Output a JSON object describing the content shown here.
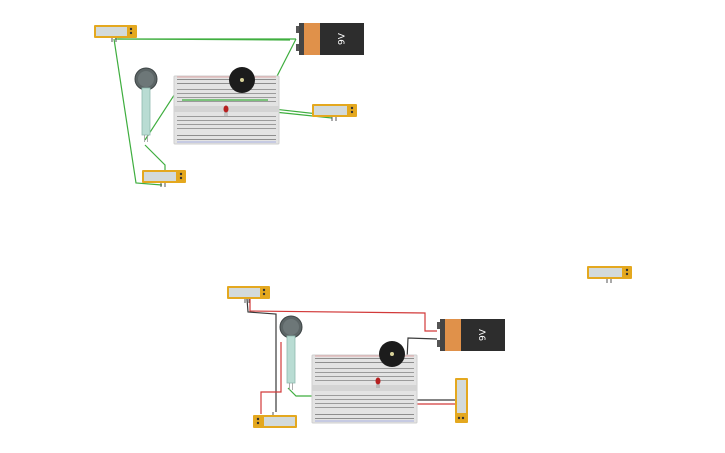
{
  "colors": {
    "background": "#ffffff",
    "wire_green": "#3fae3f",
    "wire_red": "#d23a3a",
    "wire_black": "#3a3a3a",
    "breadboard": "#e3e3e3",
    "breadboard_hole": "#555555",
    "battery_orange": "#e0914a",
    "battery_black": "#2d2d2d",
    "meter_frame": "#e4a81f",
    "meter_screen": "#d3dadb",
    "fsr_pad": "#5c6566",
    "fsr_strip": "#b9dcd3",
    "buzzer": "#1c1c1c",
    "led_red": "#b62020"
  },
  "circuits": [
    {
      "id": "circuit-1",
      "battery_label": "9V",
      "wire_color": "wire_green",
      "components": [
        "multimeter",
        "multimeter",
        "multimeter",
        "force-sensor",
        "breadboard",
        "piezo-buzzer",
        "led",
        "9v-battery"
      ]
    },
    {
      "id": "circuit-2",
      "battery_label": "9V",
      "wire_color": "wire_red",
      "components": [
        "multimeter",
        "multimeter",
        "multimeter",
        "force-sensor",
        "breadboard",
        "piezo-buzzer",
        "led",
        "9v-battery"
      ]
    }
  ],
  "loose_parts": [
    "multimeter"
  ]
}
